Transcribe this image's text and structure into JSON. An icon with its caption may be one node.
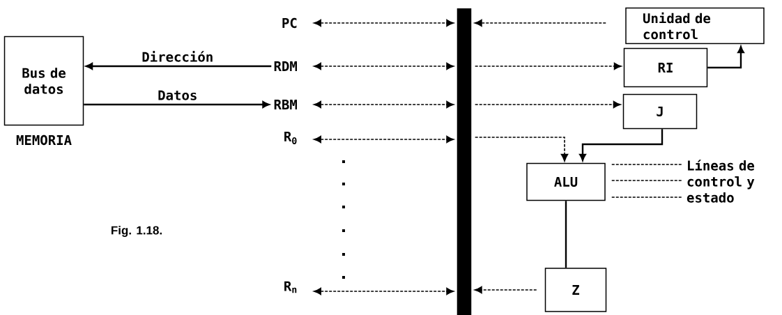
{
  "diagram": {
    "caption": "Fig. 1.18.",
    "nodes": [
      {
        "text": [
          "Bus de datos"
        ],
        "beside": [
          "MEMORIA"
        ]
      },
      {
        "text": [
          "PC"
        ]
      },
      {
        "text": [
          "RDM"
        ]
      },
      {
        "text": [
          "RBM"
        ]
      },
      {
        "text": [
          "R$_{0}$"
        ]
      },
      {
        "text": [
          "R$_{n}$"
        ]
      },
      {
        "text": [],
        "shape": "bar"
      },
      {
        "text": [
          "Unidad de control"
        ]
      },
      {
        "text": [
          "RI"
        ]
      },
      {
        "text": [
          "J"
        ]
      },
      {
        "text": [
          "ALU"
        ]
      },
      {
        "text": [
          "Z"
        ]
      },
      {
        "text": [
          "Líneas de control y estado"
        ]
      }
    ],
    "edges": [
      {
        "from": 2,
        "to": 0,
        "arrow": "to",
        "label": "Dirección"
      },
      {
        "from": 0,
        "to": 3,
        "arrow": "to",
        "label": "Datos"
      },
      {
        "from": 1,
        "to": 6,
        "arrow": "both",
        "style": "dashed"
      },
      {
        "from": 2,
        "to": 6,
        "arrow": "both",
        "style": "dashed"
      },
      {
        "from": 3,
        "to": 6,
        "arrow": "both",
        "style": "dashed"
      },
      {
        "from": 4,
        "to": 6,
        "arrow": "both",
        "style": "dashed"
      },
      {
        "from": 5,
        "to": 6,
        "arrow": "both",
        "style": "dashed"
      },
      {
        "from": 7,
        "to": 6,
        "arrow": "to",
        "style": "dashed"
      },
      {
        "from": 6,
        "to": 8,
        "arrow": "to",
        "style": "dashed"
      },
      {
        "from": 6,
        "to": 9,
        "arrow": "to",
        "style": "dashed"
      },
      {
        "from": 6,
        "to": 10,
        "arrow": "to",
        "style": "dashed"
      },
      {
        "from": 9,
        "to": 10,
        "arrow": "to"
      },
      {
        "from": 8,
        "to": 7,
        "arrow": "to"
      },
      {
        "from": 10,
        "to": 11,
        "arrow": "none"
      },
      {
        "from": 11,
        "to": 6,
        "arrow": "to",
        "style": "dashed"
      },
      {
        "from": 10,
        "to": 12,
        "arrow": "none",
        "style": "dashed"
      },
      {
        "from": 10,
        "to": 12,
        "arrow": "none",
        "style": "dashed"
      },
      {
        "from": 10,
        "to": 12,
        "arrow": "none",
        "style": "dashed"
      }
    ]
  }
}
